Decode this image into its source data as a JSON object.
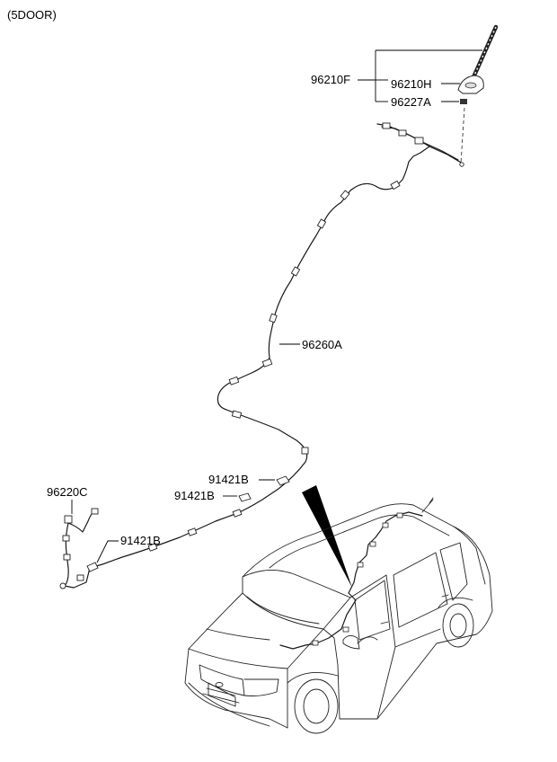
{
  "variant": "(5DOOR)",
  "parts": {
    "p96210F": "96210F",
    "p96210H": "96210H",
    "p96227A": "96227A",
    "p96260A": "96260A",
    "p91421B_top": "91421B",
    "p91421B_mid": "91421B",
    "p96220C": "96220C",
    "p91421B_low": "91421B"
  }
}
